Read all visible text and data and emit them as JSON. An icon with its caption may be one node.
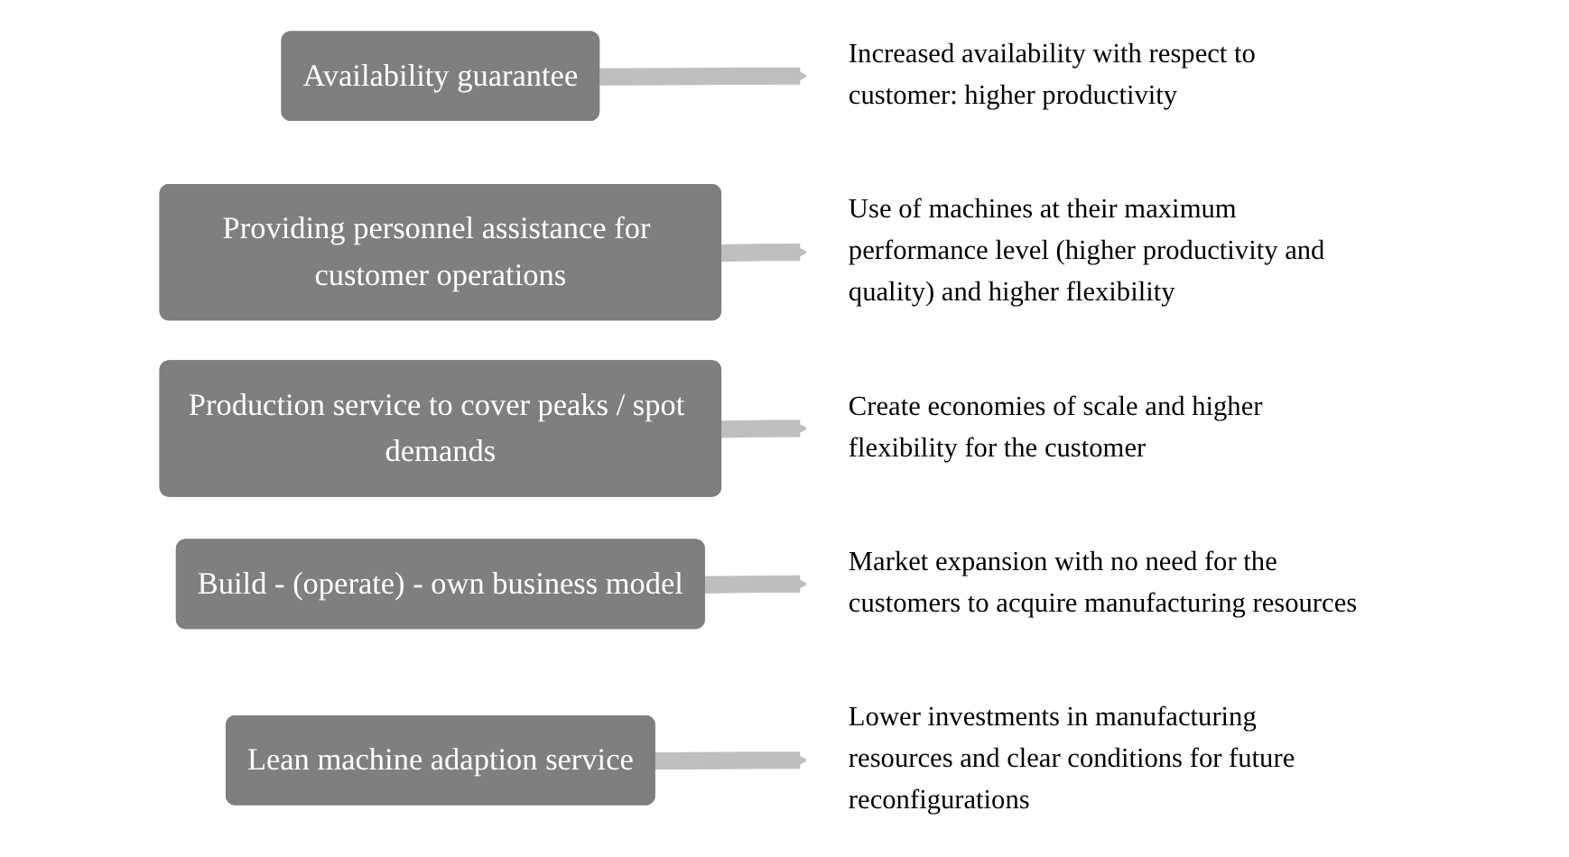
{
  "diagram": {
    "nodes": [
      {
        "text": [
          "Availability guarantee"
        ]
      },
      {
        "text": [
          "Increased availability with respect to customer: higher productivity"
        ]
      },
      {
        "text": [
          "Providing personnel assistance for customer operations"
        ]
      },
      {
        "text": [
          "Use of machines at their maximum performance level (higher productivity and quality) and higher flexibility"
        ]
      },
      {
        "text": [
          "Production service to cover peaks / spot demands"
        ]
      },
      {
        "text": [
          "Create economies of scale and higher flexibility for the customer"
        ]
      },
      {
        "text": [
          "Build - (operate) - own business model"
        ]
      },
      {
        "text": [
          "Market expansion with no need for the customers to acquire manufacturing resources"
        ]
      },
      {
        "text": [
          "Lean machine adaption service"
        ]
      },
      {
        "text": [
          "Lower investments in manufacturing resources and clear conditions for future reconfigurations"
        ]
      }
    ],
    "edges": [
      {
        "from": 0,
        "to": 1,
        "arrow": "to"
      },
      {
        "from": 2,
        "to": 3,
        "arrow": "to"
      },
      {
        "from": 4,
        "to": 5,
        "arrow": "to"
      },
      {
        "from": 6,
        "to": 7,
        "arrow": "to"
      },
      {
        "from": 8,
        "to": 9,
        "arrow": "to"
      }
    ]
  }
}
